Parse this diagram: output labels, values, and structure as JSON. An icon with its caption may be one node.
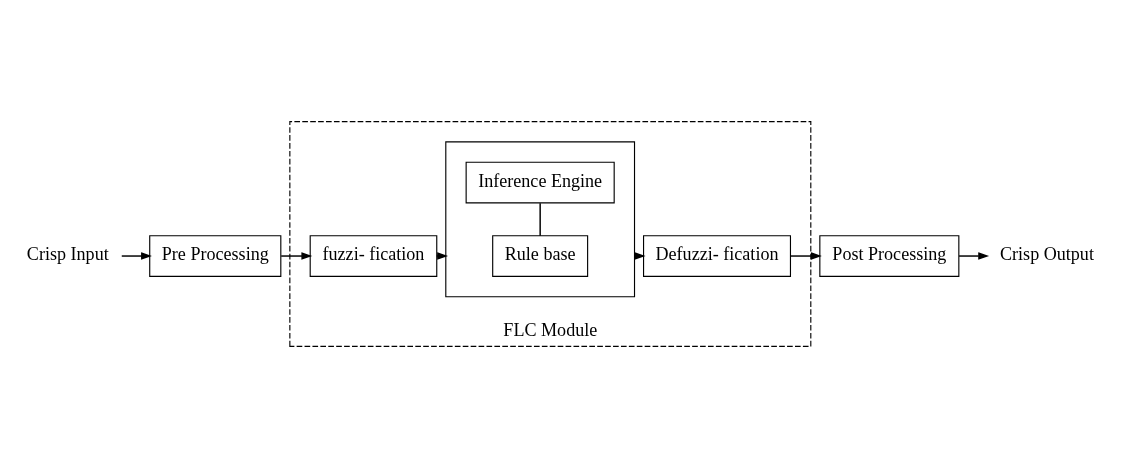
{
  "diagram": {
    "nodes": [
      {
        "text": [
          "Crisp Input"
        ]
      },
      {
        "text": [
          "Pre Processing"
        ]
      },
      {
        "text": [
          "FLC Module"
        ]
      },
      {
        "text": [
          "fuzzi- fication"
        ],
        "in": 2
      },
      {
        "text": [],
        "shape": "box",
        "in": 2
      },
      {
        "text": [
          "Rule base"
        ],
        "in": 4
      },
      {
        "text": [
          "Inference Engine"
        ],
        "in": 4
      },
      {
        "text": [
          "Defuzzi- fication"
        ],
        "in": 2
      },
      {
        "text": [
          "Post Processing"
        ]
      },
      {
        "text": [
          "Crisp Output"
        ]
      }
    ],
    "edges": [
      {
        "from": 0,
        "to": 1,
        "arrow": "to"
      },
      {
        "from": 1,
        "to": 3,
        "arrow": "to"
      },
      {
        "from": 3,
        "to": 4,
        "arrow": "to"
      },
      {
        "from": 5,
        "to": 6,
        "arrow": "none"
      },
      {
        "from": 4,
        "to": 7,
        "arrow": "to"
      },
      {
        "from": 7,
        "to": 8,
        "arrow": "to"
      },
      {
        "from": 8,
        "to": 9,
        "arrow": "to"
      }
    ]
  }
}
